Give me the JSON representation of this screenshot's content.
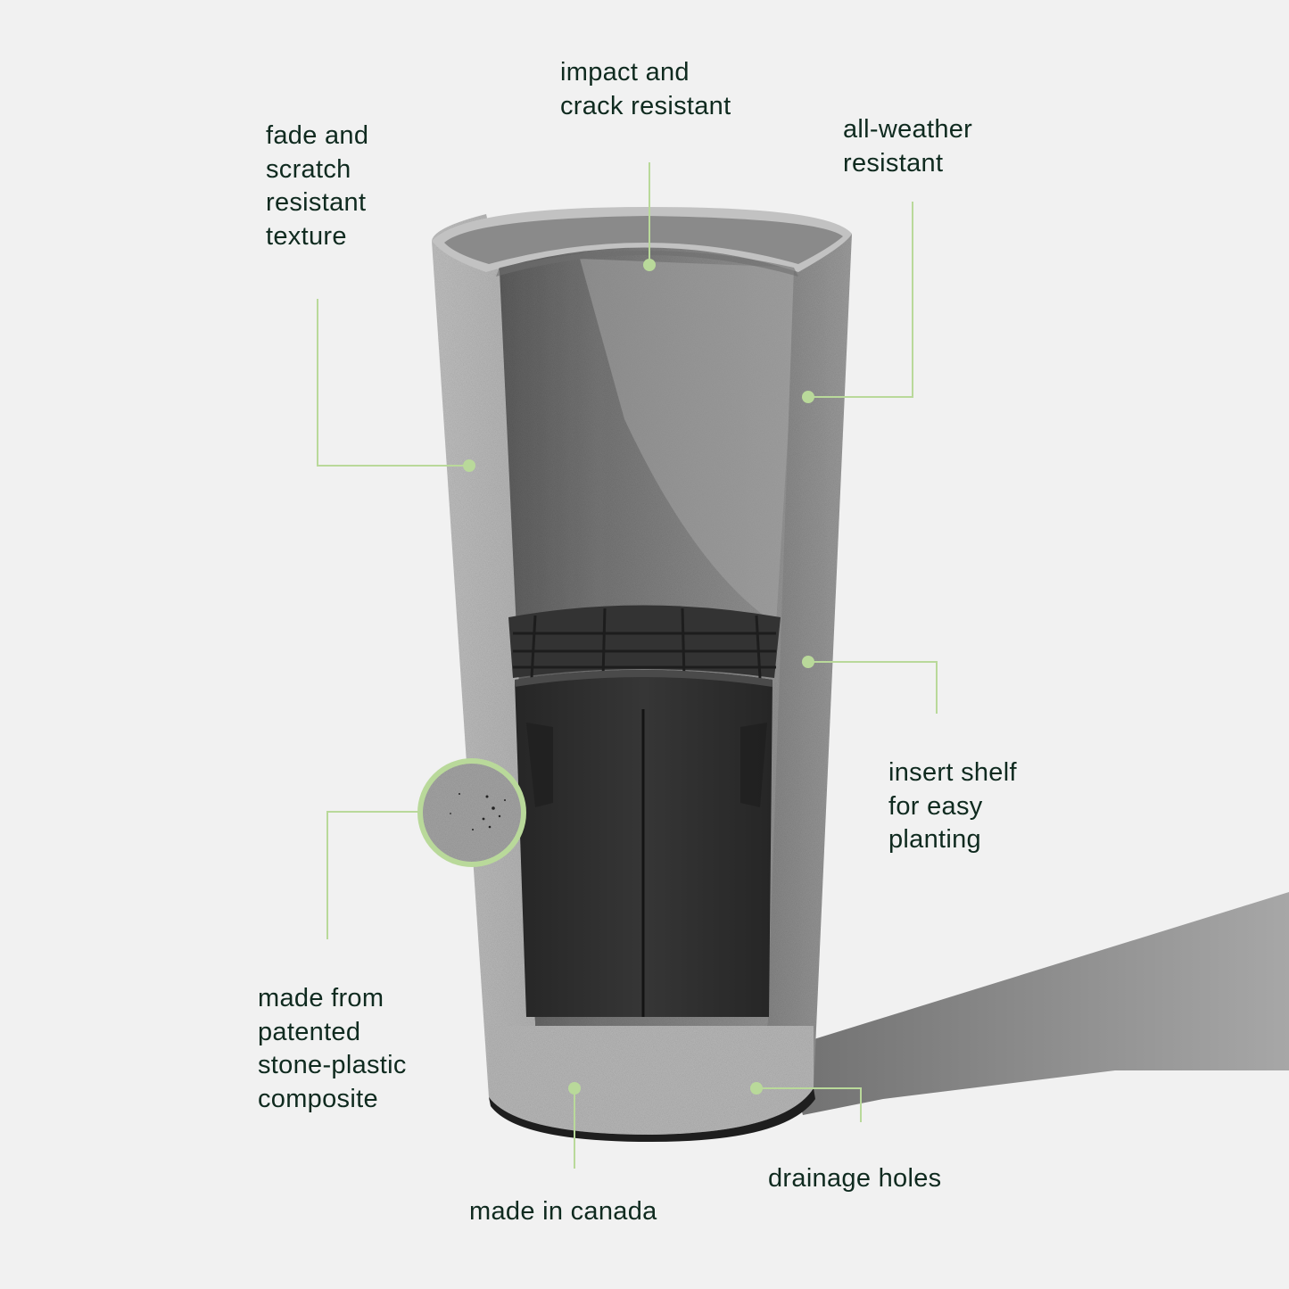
{
  "theme": {
    "background": "#f1f1f1",
    "text_color": "#0f2a1f",
    "accent_green": "#b9d99a",
    "pot_outer": "#b5b5b5",
    "pot_inner": "#8e8e8e",
    "insert_dark": "#2e2e2e"
  },
  "features": [
    {
      "id": "fade",
      "lines": [
        "fade and",
        "scratch",
        "resistant",
        "texture"
      ]
    },
    {
      "id": "impact",
      "lines": [
        "impact and",
        "crack resistant"
      ]
    },
    {
      "id": "weather",
      "lines": [
        "all-weather",
        "resistant"
      ]
    },
    {
      "id": "insert",
      "lines": [
        "insert shelf",
        "for easy",
        "planting"
      ]
    },
    {
      "id": "composite",
      "lines": [
        "made from",
        "patented",
        "stone-plastic",
        "composite"
      ]
    },
    {
      "id": "drainage",
      "lines": [
        "drainage holes"
      ]
    },
    {
      "id": "canada",
      "lines": [
        "made in canada"
      ]
    }
  ],
  "illustration": {
    "subject": "cutaway-tall-planter",
    "detail_circle": "texture-closeup"
  }
}
